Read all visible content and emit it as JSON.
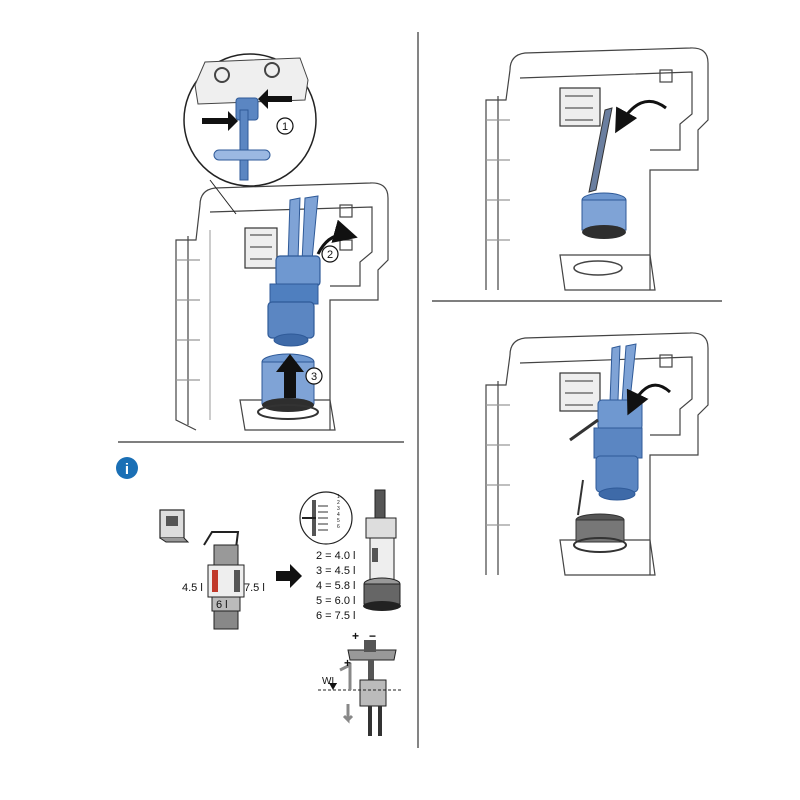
{
  "steps": {
    "step1": "1",
    "step2": "2",
    "step3": "3"
  },
  "info": {
    "icon": "info-icon",
    "color": "#1a6fb5"
  },
  "volumes": {
    "left_volume": "4.5 l",
    "right_volume": "7.5 l",
    "bottom_volume": "6 l"
  },
  "scale": {
    "marks": [
      "1",
      "2",
      "3",
      "4",
      "5",
      "6"
    ],
    "settings": [
      "2 = 4.0 l",
      "3 = 4.5 l",
      "4 = 5.8 l",
      "5 = 6.0 l",
      "6 = 7.5 l"
    ]
  },
  "adjust": {
    "plus_top": "+",
    "minus_top": "−",
    "plus_side": "+",
    "water_level": "WL"
  },
  "colors": {
    "part_blue": "#5b86c2",
    "part_blue_dark": "#2f5a98",
    "line": "#333333",
    "frame": "#d9d9d9"
  }
}
